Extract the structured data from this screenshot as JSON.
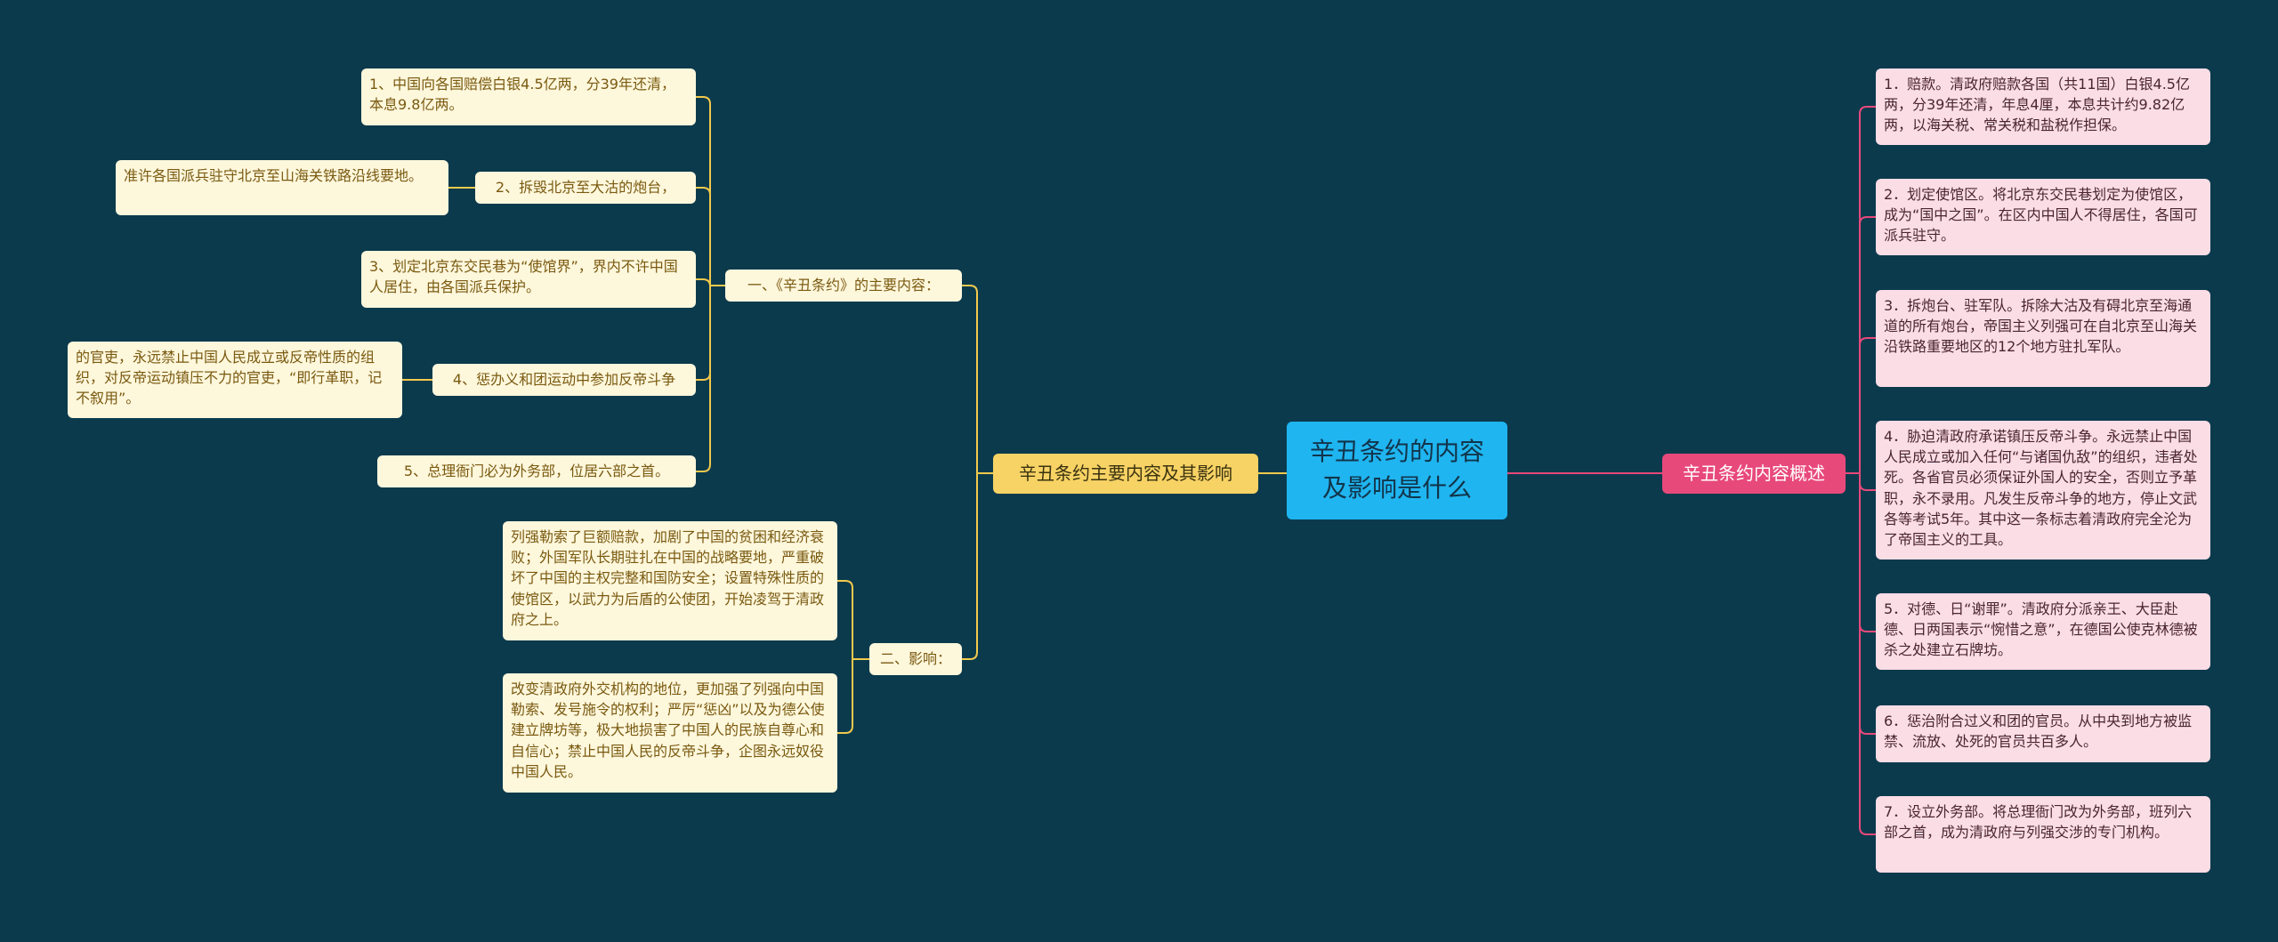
{
  "colors": {
    "background": "#0b3a4d",
    "root": "#1fb5f0",
    "left_branch": "#f7d264",
    "right_branch": "#e8497b",
    "left_line": "#f2c94c",
    "right_line": "#e8497b",
    "leaf_left": "#fdf7dc",
    "leaf_right": "#fbdde6"
  },
  "root": {
    "label": "辛丑条约的内容及影响是什么"
  },
  "left_branch": {
    "label": "辛丑条约主要内容及其影响",
    "sections": [
      {
        "label": "一、《辛丑条约》的主要内容：",
        "items": [
          {
            "label": "1、中国向各国赔偿白银4.5亿两，分39年还清，本息9.8亿两。"
          },
          {
            "label": "2、拆毁北京至大沽的炮台，",
            "detail": "准许各国派兵驻守北京至山海关铁路沿线要地。"
          },
          {
            "label": "3、划定北京东交民巷为“使馆界”，界内不许中国人居住，由各国派兵保护。"
          },
          {
            "label": "4、惩办义和团运动中参加反帝斗争",
            "detail": "的官吏，永远禁止中国人民成立或反帝性质的组织，对反帝运动镇压不力的官吏，“即行革职，记不叙用”。"
          },
          {
            "label": "5、总理衙门必为外务部，位居六部之首。"
          }
        ]
      },
      {
        "label": "二、影响：",
        "items": [
          {
            "label": "列强勒索了巨额赔款，加剧了中国的贫困和经济衰败；外国军队长期驻扎在中国的战略要地，严重破坏了中国的主权完整和国防安全；设置特殊性质的使馆区，以武力为后盾的公使团，开始凌驾于清政府之上。"
          },
          {
            "label": "改变清政府外交机构的地位，更加强了列强向中国勒索、发号施令的权利；严厉“惩凶”以及为德公使建立牌坊等，极大地损害了中国人的民族自尊心和自信心；禁止中国人民的反帝斗争，企图永远奴役中国人民。"
          }
        ]
      }
    ]
  },
  "right_branch": {
    "label": "辛丑条约内容概述",
    "items": [
      {
        "label": "1．赔款。清政府赔款各国（共11国）白银4.5亿两，分39年还清，年息4厘，本息共计约9.82亿两，以海关税、常关税和盐税作担保。"
      },
      {
        "label": "2．划定使馆区。将北京东交民巷划定为使馆区，成为“国中之国”。在区内中国人不得居住，各国可派兵驻守。"
      },
      {
        "label": "3．拆炮台、驻军队。拆除大沽及有碍北京至海通道的所有炮台，帝国主义列强可在自北京至山海关沿铁路重要地区的12个地方驻扎军队。"
      },
      {
        "label": "4．胁迫清政府承诺镇压反帝斗争。永远禁止中国人民成立或加入任何“与诸国仇敌”的组织，违者处死。各省官员必须保证外国人的安全，否则立予革职，永不录用。凡发生反帝斗争的地方，停止文武各等考试5年。其中这一条标志着清政府完全沦为了帝国主义的工具。"
      },
      {
        "label": "5．对德、日“谢罪”。清政府分派亲王、大臣赴德、日两国表示“惋惜之意”，在德国公使克林德被杀之处建立石牌坊。"
      },
      {
        "label": "6．惩治附合过义和团的官员。从中央到地方被监禁、流放、处死的官员共百多人。"
      },
      {
        "label": "7．设立外务部。将总理衙门改为外务部，班列六部之首，成为清政府与列强交涉的专门机构。"
      }
    ]
  }
}
